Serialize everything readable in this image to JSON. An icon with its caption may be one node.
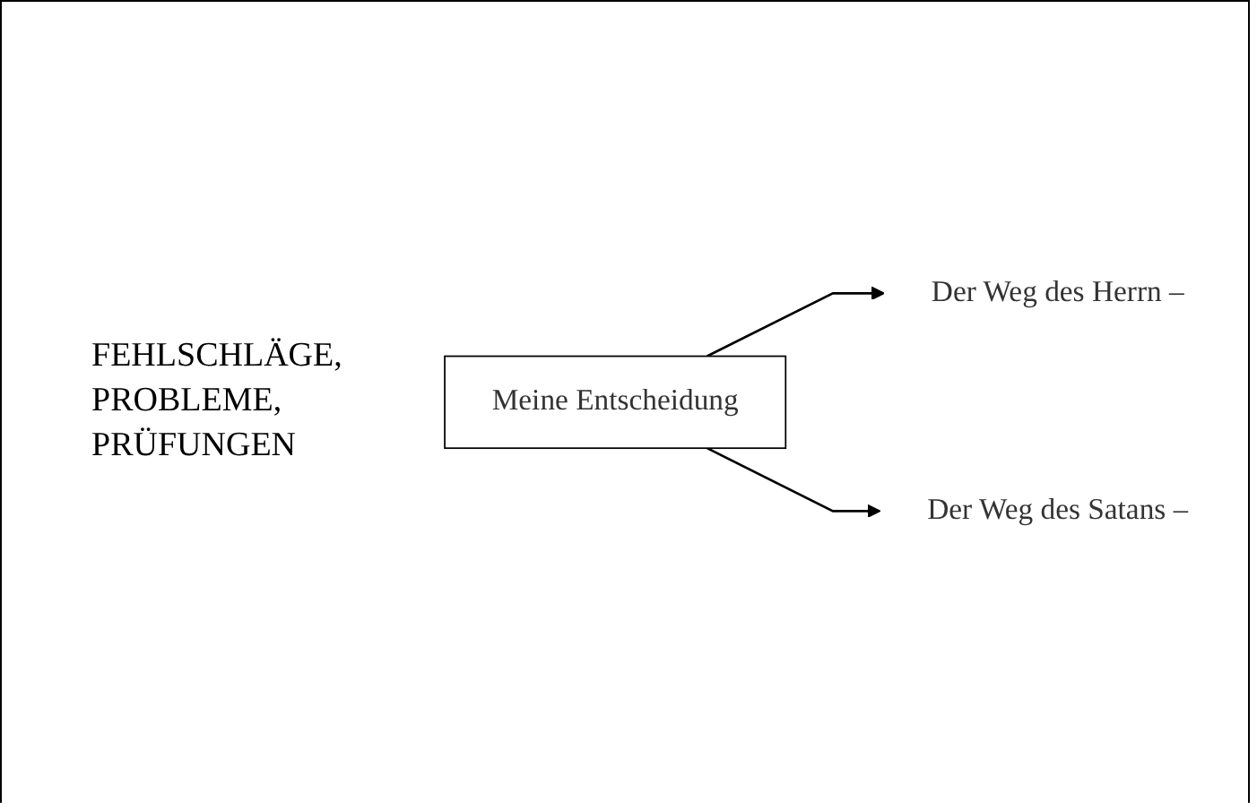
{
  "diagram": {
    "nodes": [
      {
        "text": [
          "Meine Entscheidung"
        ]
      },
      {
        "text": [
          "Der Weg des Herrn –"
        ]
      },
      {
        "text": [
          "Der Weg des Satans –"
        ]
      }
    ],
    "edges": [
      {
        "from": 0,
        "to": 1,
        "arrow": "to"
      },
      {
        "from": 0,
        "to": 2,
        "arrow": "to"
      }
    ],
    "labels": [
      "FEHLSCHLÄGE, PROBLEME, PRÜFUNGEN"
    ]
  }
}
